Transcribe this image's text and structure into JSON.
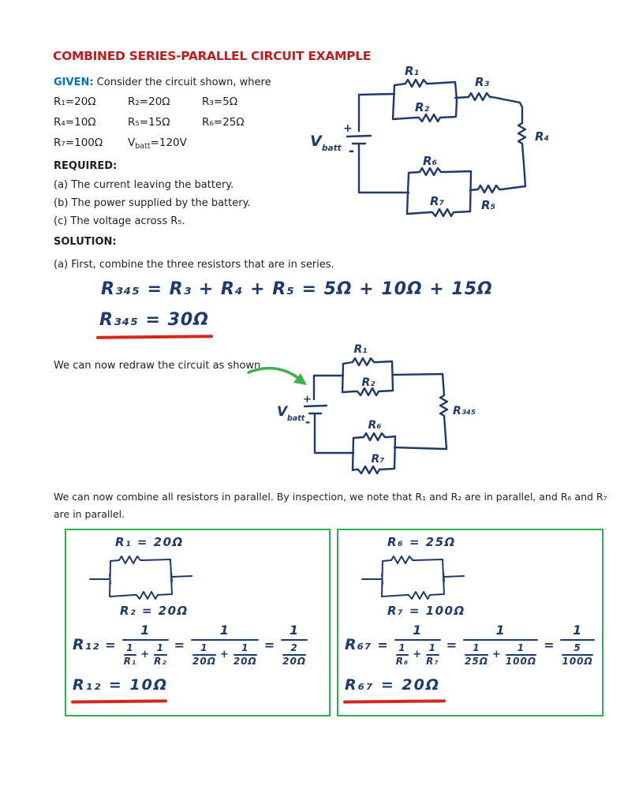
{
  "title": "COMBINED SERIES-PARALLEL CIRCUIT EXAMPLE",
  "given": {
    "label": "GIVEN:",
    "intro": "Consider the circuit shown, where",
    "values": [
      "R₁=20Ω",
      "R₂=20Ω",
      "R₃=5Ω",
      "R₄=10Ω",
      "R₅=15Ω",
      "R₆=25Ω",
      "R₇=100Ω"
    ],
    "vbatt": {
      "pre": "V",
      "sub": "batt",
      "post": "=120V"
    }
  },
  "required": {
    "label": "REQUIRED:",
    "items": [
      "(a) The current leaving the battery.",
      "(b) The power supplied by the battery.",
      "(c) The voltage across R₅."
    ]
  },
  "solution": {
    "label": "SOLUTION:",
    "intro": "(a) First, combine the three resistors that are in series.",
    "eq1": "R₃₄₅ = R₃ + R₄ + R₅ = 5Ω + 10Ω + 15Ω",
    "eq2": "R₃₄₅ =  30Ω",
    "redraw": "We can now redraw the circuit as shown.",
    "parallel_note": "We can now combine all resistors in parallel. By inspection, we note that R₁ and R₂ are in parallel, and R₆ and R₇ are in parallel."
  },
  "circuit1": {
    "r1": "R₁",
    "r2": "R₂",
    "r3": "R₃",
    "r4": "R₄",
    "r5": "R₅",
    "r6": "R₆",
    "r7": "R₇",
    "v": "V",
    "vsub": "batt",
    "plus": "+",
    "minus": "-"
  },
  "circuit2": {
    "r1": "R₁",
    "r2": "R₂",
    "r6": "R₆",
    "r7": "R₇",
    "r345": "R₃₄₅",
    "v": "V",
    "vsub": "batt",
    "plus": "+",
    "minus": "-"
  },
  "box1": {
    "top_label": "R₁ = 20Ω",
    "bottom_label": "R₂ = 20Ω",
    "lhs": "R₁₂",
    "eq": "=",
    "f1_num": "1",
    "f1_d1_num": "1",
    "f1_d1_den": "R₁",
    "plus": "+",
    "f1_d2_num": "1",
    "f1_d2_den": "R₂",
    "f2_num": "1",
    "f2_d1_num": "1",
    "f2_d1_den": "20Ω",
    "f2_d2_num": "1",
    "f2_d2_den": "20Ω",
    "f3_num": "1",
    "f3_d_num": "2",
    "f3_d_den": "20Ω",
    "result": "R₁₂ =  10Ω"
  },
  "box2": {
    "top_label": "R₆ = 25Ω",
    "bottom_label": "R₇ = 100Ω",
    "lhs": "R₆₇",
    "eq": "=",
    "f1_num": "1",
    "f1_d1_num": "1",
    "f1_d1_den": "R₆",
    "plus": "+",
    "f1_d2_num": "1",
    "f1_d2_den": "R₇",
    "f2_num": "1",
    "f2_d1_num": "1",
    "f2_d1_den": "25Ω",
    "f2_d2_num": "1",
    "f2_d2_den": "100Ω",
    "f3_num": "1",
    "f3_d_num": "5",
    "f3_d_den": "100Ω",
    "result": "R₆₇ = 20Ω"
  },
  "colors": {
    "title_red": "#C21B1B",
    "heading_blue": "#0070C0",
    "ink_navy": "#1E3A6D",
    "box_green": "#2BB14C",
    "underline_red": "#D5271D",
    "arrow_green": "#3FB04C"
  }
}
